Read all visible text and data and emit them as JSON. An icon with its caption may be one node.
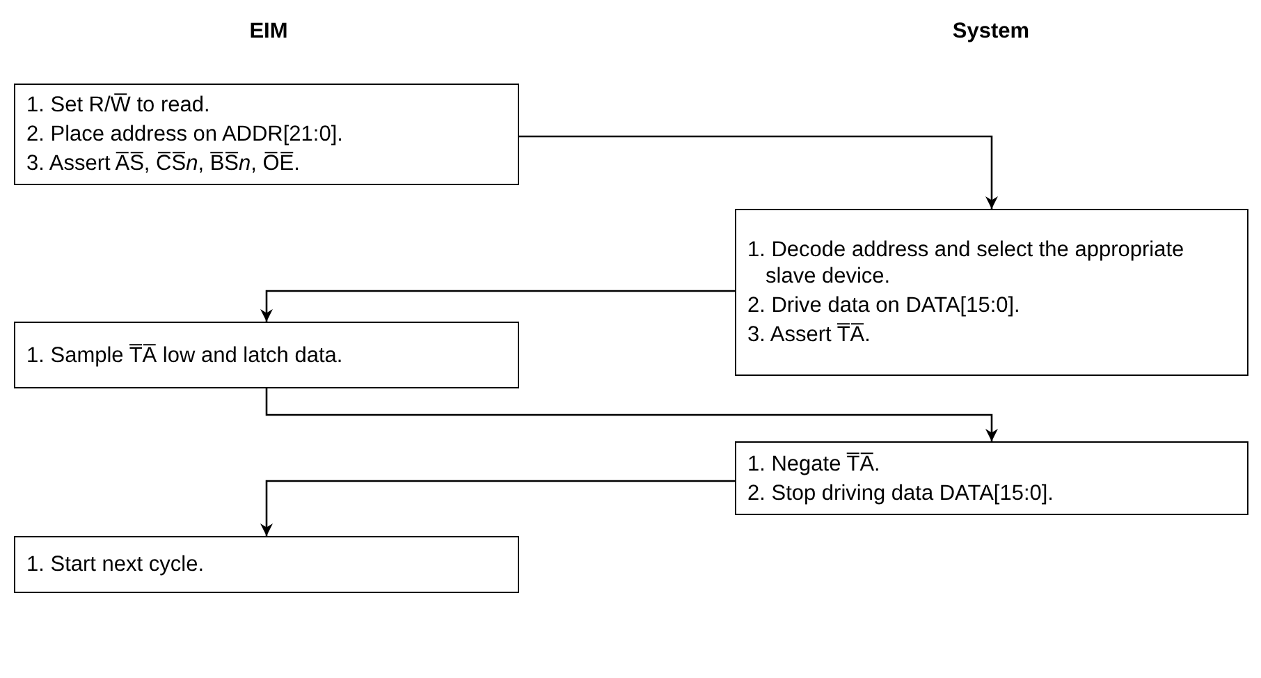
{
  "diagram": {
    "nodes": [
      {
        "text": [
          "1. Set R/W̅ to read.",
          "2. Place address on ADDR[21:0].",
          "3. Assert A̅S̅, C̅S̅*n*, B̅S̅*n*, O̅E̅."
        ]
      },
      {
        "text": [
          "1. Decode address and select the appropriate slave device.",
          "2. Drive data on DATA[15:0].",
          "3. Assert T̅A̅."
        ]
      },
      {
        "text": [
          "1. Sample T̅A̅ low and latch data."
        ]
      },
      {
        "text": [
          "1. Negate T̅A̅.",
          "2. Stop driving data DATA[15:0]."
        ]
      },
      {
        "text": [
          "1. Start next cycle."
        ]
      }
    ],
    "edges": [
      {
        "from": 0,
        "to": 1,
        "arrow": "to"
      },
      {
        "from": 1,
        "to": 2,
        "arrow": "to"
      },
      {
        "from": 2,
        "to": 3,
        "arrow": "to"
      },
      {
        "from": 3,
        "to": 4,
        "arrow": "to"
      }
    ],
    "labels": [
      "EIM",
      "System"
    ]
  }
}
